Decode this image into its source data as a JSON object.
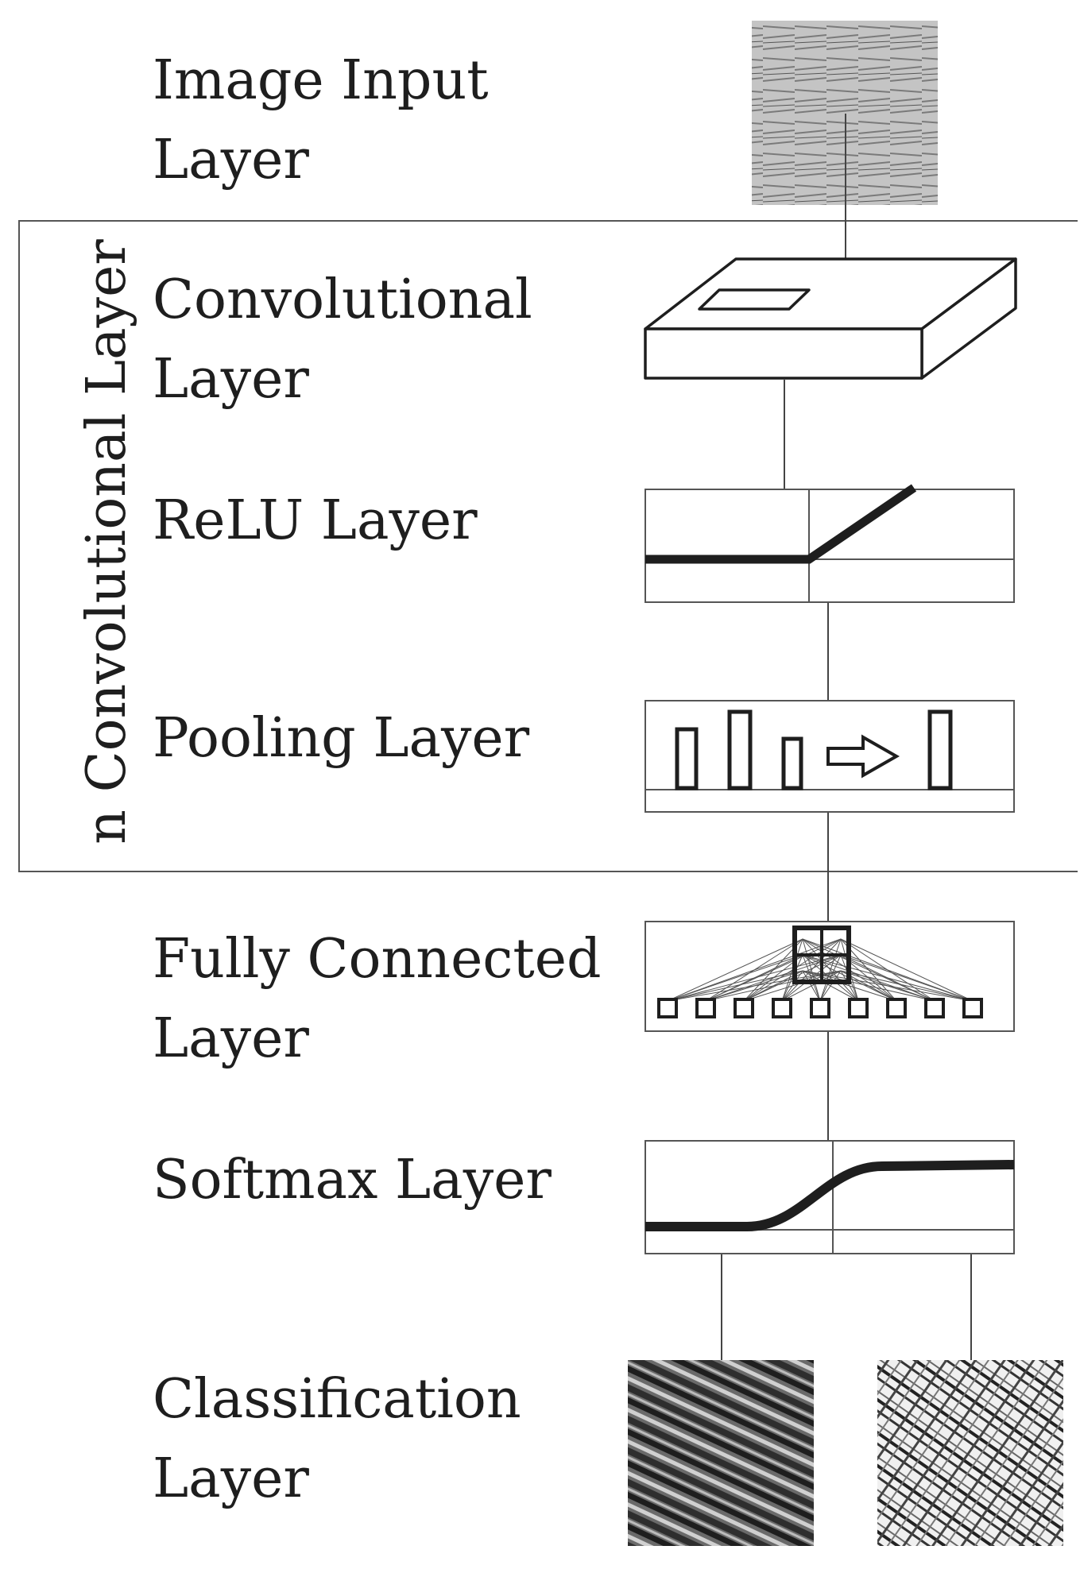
{
  "layers": {
    "image_input": "Image Input\nLayer",
    "convolutional": "Convolutional\nLayer",
    "relu": "ReLU Layer",
    "pooling": "Pooling Layer",
    "fully_connected": "Fully Connected\nLayer",
    "softmax": "Softmax Layer",
    "classification": "Classification\nLayer"
  },
  "group": {
    "label": "n Convolutional Layer"
  },
  "colors": {
    "ink": "#1e1e1e",
    "frame": "#555555",
    "texture_light": "#bdbdbd",
    "texture_dark": "#2a2a2a"
  }
}
